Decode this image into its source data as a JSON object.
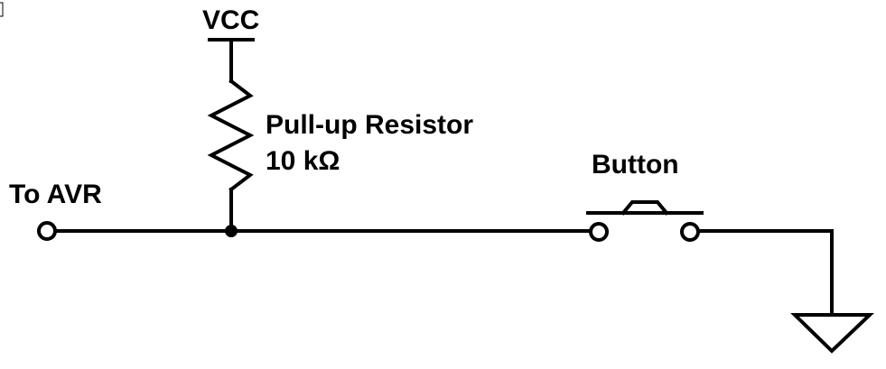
{
  "labels": {
    "supply": "VCC",
    "resistor_name": "Pull-up Resistor",
    "resistor_value": "10 kΩ",
    "input": "To AVR",
    "switch": "Button"
  },
  "components": {
    "resistor": "resistor-zigzag",
    "switch": "push-button-normally-open",
    "ground": "ground-triangle",
    "input_terminal": "open-circle-terminal",
    "junction": "filled-dot-junction"
  },
  "colors": {
    "line": "#000000",
    "background": "#ffffff"
  }
}
